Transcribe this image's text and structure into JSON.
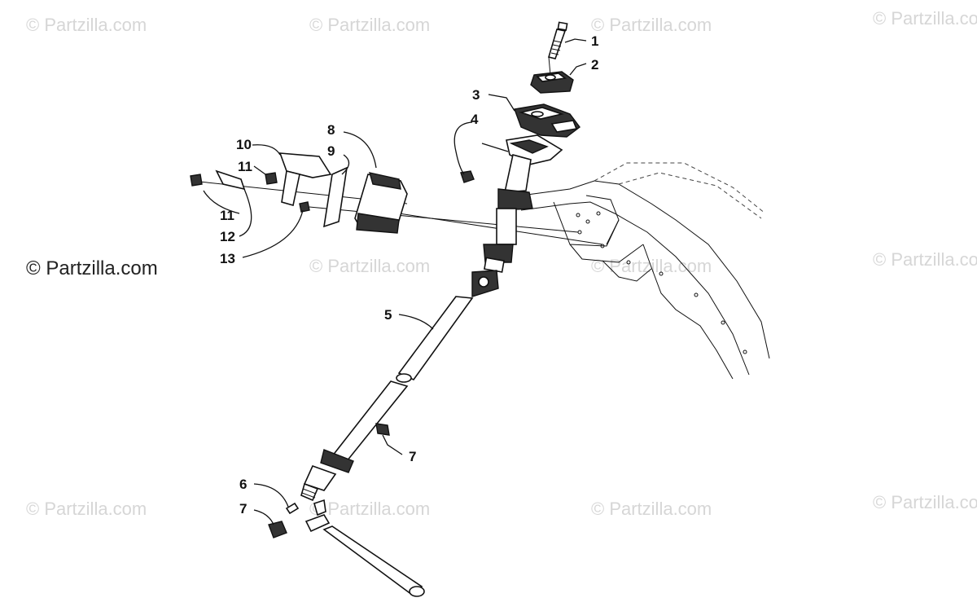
{
  "watermarks": [
    "© Partzilla.com",
    "© Partzilla.com",
    "© Partzilla.com",
    "© Partzilla.com",
    "© Partzilla.com",
    "© Partzilla.com",
    "© Partzilla.com",
    "© Partzilla.com",
    "© Partzilla.com",
    "© Partzilla.com",
    "© Partzilla.com",
    "© Partzilla.com"
  ],
  "callouts": {
    "c1": "1",
    "c2": "2",
    "c3": "3",
    "c4": "4",
    "c5": "5",
    "c6": "6",
    "c7a": "7",
    "c7b": "7",
    "c8": "8",
    "c9": "9",
    "c10": "10",
    "c11a": "11",
    "c11b": "11",
    "c12": "12",
    "c13": "13"
  }
}
